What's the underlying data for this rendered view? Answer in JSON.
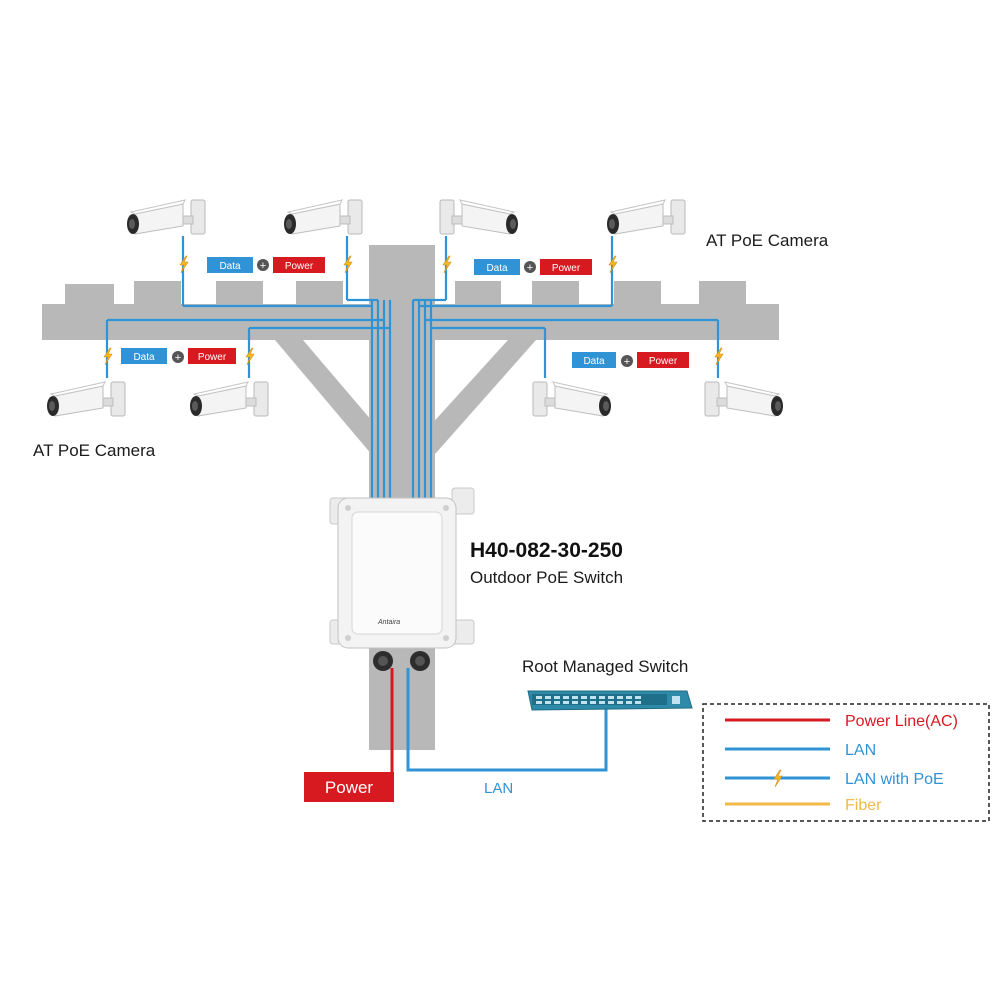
{
  "colors": {
    "lan": "#2f93d6",
    "power": "#d71920",
    "poe_bolt": "#f5b923",
    "fiber": "#f0b94a",
    "pole": "#b8b8b8",
    "switch_teal": "#2d8aa8"
  },
  "cameras": {
    "top_label": "AT PoE Camera",
    "bottom_label": "AT PoE Camera"
  },
  "tags": {
    "data": "Data",
    "power": "Power"
  },
  "poe_switch": {
    "model": "H40-082-30-250",
    "description": "Outdoor PoE Switch",
    "brand": "Antaira"
  },
  "root_switch": {
    "label": "Root Managed Switch"
  },
  "connections": {
    "power_label": "Power",
    "lan_label": "LAN"
  },
  "legend": {
    "items": [
      {
        "label": "Power Line(AC)",
        "style": "power",
        "color": "#d71920"
      },
      {
        "label": "LAN",
        "style": "lan",
        "color": "#2f93d6"
      },
      {
        "label": "LAN with PoE",
        "style": "poe",
        "color": "#2f93d6"
      },
      {
        "label": "Fiber",
        "style": "fiber",
        "color": "#f0b94a"
      }
    ]
  }
}
